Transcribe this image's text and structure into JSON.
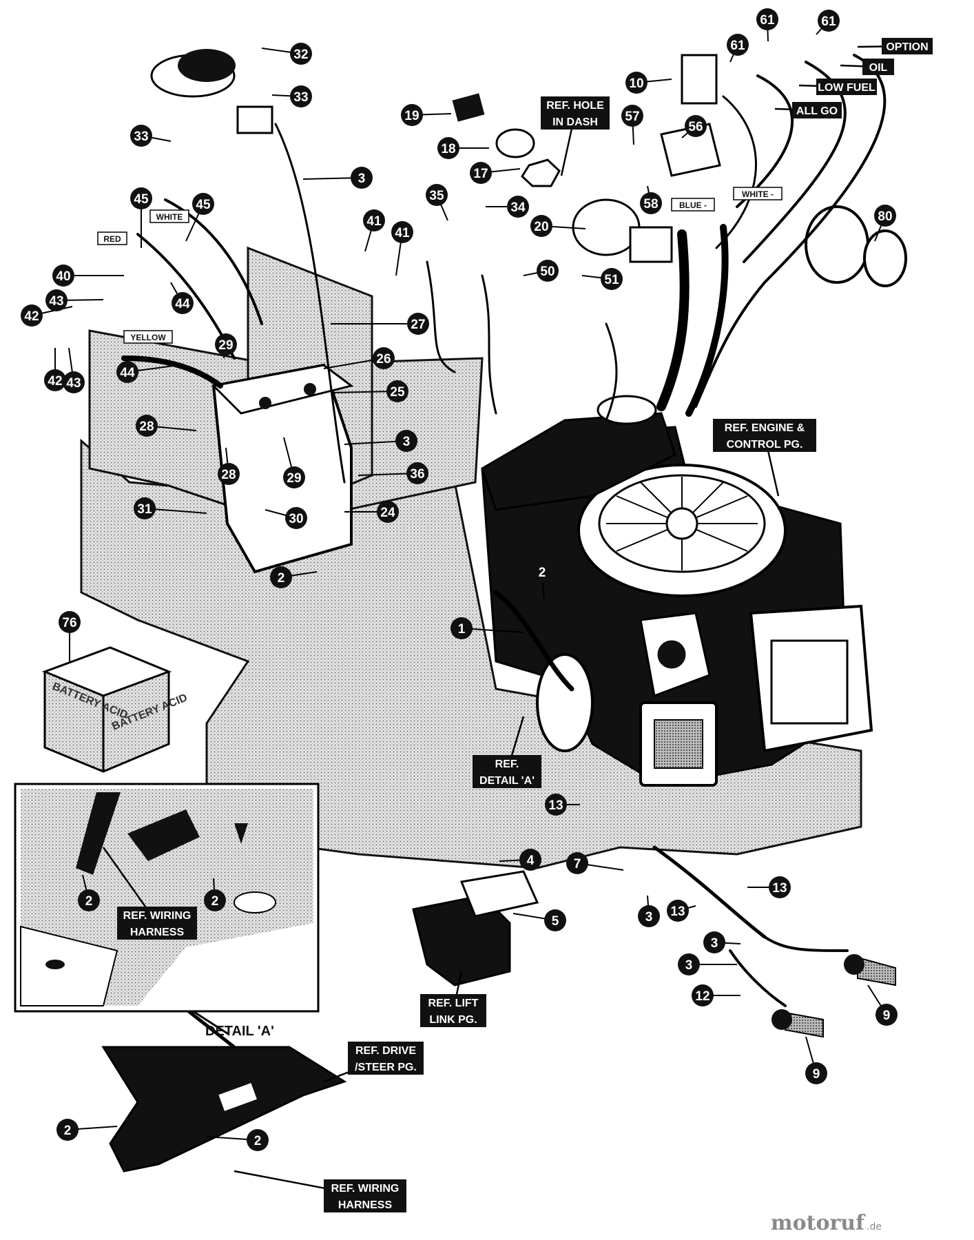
{
  "callouts": [
    {
      "id": "c32",
      "num": "32"
    },
    {
      "id": "c33a",
      "num": "33"
    },
    {
      "id": "c33b",
      "num": "33"
    },
    {
      "id": "c3a",
      "num": "3"
    },
    {
      "id": "c45a",
      "num": "45"
    },
    {
      "id": "c45b",
      "num": "45"
    },
    {
      "id": "c40",
      "num": "40"
    },
    {
      "id": "c43a",
      "num": "43"
    },
    {
      "id": "c42a",
      "num": "42"
    },
    {
      "id": "c44a",
      "num": "44"
    },
    {
      "id": "c42b",
      "num": "42"
    },
    {
      "id": "c43b",
      "num": "43"
    },
    {
      "id": "c44b",
      "num": "44"
    },
    {
      "id": "c41a",
      "num": "41"
    },
    {
      "id": "c41b",
      "num": "41"
    },
    {
      "id": "c27",
      "num": "27"
    },
    {
      "id": "c29a",
      "num": "29"
    },
    {
      "id": "c26",
      "num": "26"
    },
    {
      "id": "c25",
      "num": "25"
    },
    {
      "id": "c28a",
      "num": "28"
    },
    {
      "id": "c28b",
      "num": "28"
    },
    {
      "id": "c29b",
      "num": "29"
    },
    {
      "id": "c3b",
      "num": "3"
    },
    {
      "id": "c36",
      "num": "36"
    },
    {
      "id": "c31",
      "num": "31"
    },
    {
      "id": "c30",
      "num": "30"
    },
    {
      "id": "c24",
      "num": "24"
    },
    {
      "id": "c2a",
      "num": "2"
    },
    {
      "id": "c19",
      "num": "19"
    },
    {
      "id": "c18",
      "num": "18"
    },
    {
      "id": "c17",
      "num": "17"
    },
    {
      "id": "c35",
      "num": "35"
    },
    {
      "id": "c34",
      "num": "34"
    },
    {
      "id": "c20",
      "num": "20"
    },
    {
      "id": "c50",
      "num": "50"
    },
    {
      "id": "c51",
      "num": "51"
    },
    {
      "id": "c10",
      "num": "10"
    },
    {
      "id": "c57",
      "num": "57"
    },
    {
      "id": "c56",
      "num": "56"
    },
    {
      "id": "c58",
      "num": "58"
    },
    {
      "id": "c61a",
      "num": "61"
    },
    {
      "id": "c61b",
      "num": "61"
    },
    {
      "id": "c61c",
      "num": "61"
    },
    {
      "id": "c80",
      "num": "80"
    },
    {
      "id": "c2b",
      "num": "2"
    },
    {
      "id": "c1",
      "num": "1"
    },
    {
      "id": "c76",
      "num": "76"
    },
    {
      "id": "c13a",
      "num": "13"
    },
    {
      "id": "c4",
      "num": "4"
    },
    {
      "id": "c7",
      "num": "7"
    },
    {
      "id": "c5",
      "num": "5"
    },
    {
      "id": "c3c",
      "num": "3"
    },
    {
      "id": "c13b",
      "num": "13"
    },
    {
      "id": "c13c",
      "num": "13"
    },
    {
      "id": "c3d",
      "num": "3"
    },
    {
      "id": "c3e",
      "num": "3"
    },
    {
      "id": "c12",
      "num": "12"
    },
    {
      "id": "c9a",
      "num": "9"
    },
    {
      "id": "c9b",
      "num": "9"
    },
    {
      "id": "c2c",
      "num": "2"
    },
    {
      "id": "c2d",
      "num": "2"
    },
    {
      "id": "c2e",
      "num": "2"
    },
    {
      "id": "c2f",
      "num": "2"
    }
  ],
  "labels": {
    "option": "OPTION",
    "oil": "OIL",
    "low_fuel": "LOW FUEL",
    "all_go": "ALL GO",
    "ref_hole_l1": "REF. HOLE",
    "ref_hole_l2": "IN DASH",
    "ref_engine_l1": "REF. ENGINE &",
    "ref_engine_l2": "CONTROL PG.",
    "ref_detail_l1": "REF.",
    "ref_detail_l2": "DETAIL 'A'",
    "ref_lift_l1": "REF. LIFT",
    "ref_lift_l2": "LINK PG.",
    "ref_drive_l1": "REF. DRIVE",
    "ref_drive_l2": "/STEER PG.",
    "ref_harness_l1": "REF. WIRING",
    "ref_harness_l2": "HARNESS",
    "ref_harness2_l1": "REF. WIRING",
    "ref_harness2_l2": "HARNESS",
    "detail_a": "DETAIL 'A'",
    "white_a": "WHITE",
    "red": "RED",
    "yellow": "YELLOW",
    "blue": "BLUE -",
    "white_b": "WHITE -",
    "acid_1": "BATTERY ACID",
    "acid_2": "BATTERY ACID"
  },
  "watermark": {
    "brand": "motoruf",
    "suffix": ".de"
  }
}
